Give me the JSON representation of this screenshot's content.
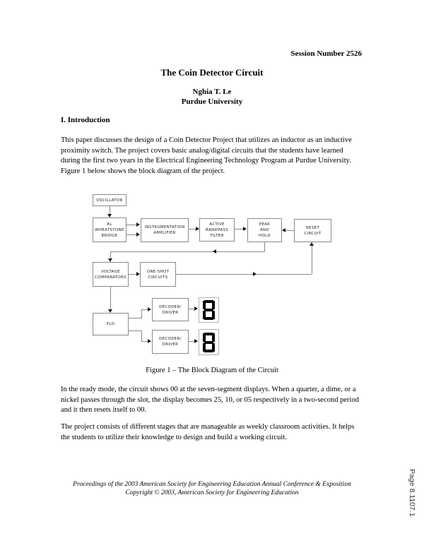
{
  "page": {
    "session": "Session Number 2526",
    "title": "The Coin Detector Circuit",
    "author": "Nghia T. Le",
    "affiliation": "Purdue University",
    "section_heading": "I. Introduction",
    "paragraph1": "This paper discusses the design of a Coin Detector Project that utilizes an inductor as an inductive proximity switch. The project covers basic analog/digital circuits that the students have learned during the first two years in the Electrical Engineering Technology Program at Purdue University. Figure 1 below shows the block diagram of the project.",
    "figure_caption": "Figure 1 – The Block Diagram of the Circuit",
    "paragraph2": "In the ready mode, the circuit shows 00 at the seven-segment displays. When a quarter, a dime, or a nickel passes through the slot, the display becomes 25, 10, or 05 respectively in a two-second period and it then resets itself to 00.",
    "paragraph3": "The project consists of different stages that are manageable as weekly classroom activities. It helps the students to utilize their knowledge to design and build a working circuit.",
    "footer_line1": "Proceedings of the 2003 American Society for Engineering Education Annual Conference & Exposition",
    "footer_line2": "Copyright © 2003, American Society for Engineering Education",
    "page_number": "Page 8.1107.1"
  },
  "diagram": {
    "blocks": [
      {
        "id": "oscillator",
        "lines": [
          "OSCILLATOR"
        ]
      },
      {
        "id": "rl-wheatstone-bridge",
        "lines": [
          "RL",
          "WHEATSTONE",
          "BRIDGE"
        ]
      },
      {
        "id": "instrumentation-amplifier",
        "lines": [
          "INSTRUMENTATION",
          "AMPLIFIER"
        ]
      },
      {
        "id": "active-bandpass-filter",
        "lines": [
          "ACTIVE",
          "BANDPASS",
          "FILTER"
        ]
      },
      {
        "id": "peak-and-hold",
        "lines": [
          "PEAK",
          "AND",
          "HOLD"
        ]
      },
      {
        "id": "reset-circuit",
        "lines": [
          "RESET",
          "CIRCUIT"
        ]
      },
      {
        "id": "voltage-comparators",
        "lines": [
          "VOLTAGE",
          "COMPARATORS"
        ]
      },
      {
        "id": "one-shot-circuits",
        "lines": [
          "ONE-SHOT",
          "CIRCUITS"
        ]
      },
      {
        "id": "pld",
        "lines": [
          "PLD"
        ]
      },
      {
        "id": "decoder-driver-1",
        "lines": [
          "DECODER/",
          "DRIVER"
        ]
      },
      {
        "id": "decoder-driver-2",
        "lines": [
          "DECODER/",
          "DRIVER"
        ]
      }
    ],
    "displays": [
      "8",
      "8"
    ]
  }
}
